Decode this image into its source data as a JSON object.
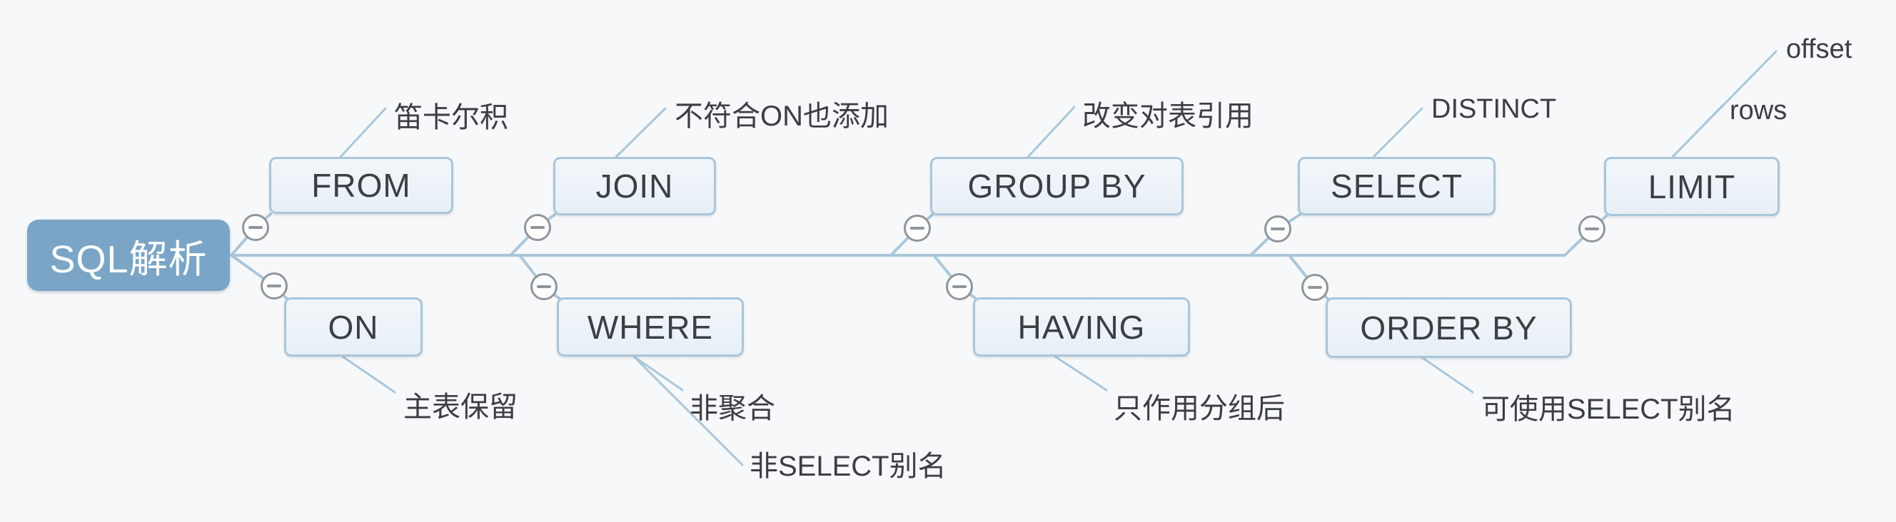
{
  "nodes": {
    "root": {
      "label": "SQL解析"
    },
    "from": {
      "label": "FROM"
    },
    "join": {
      "label": "JOIN"
    },
    "group_by": {
      "label": "GROUP BY"
    },
    "select": {
      "label": "SELECT"
    },
    "limit": {
      "label": "LIMIT"
    },
    "on": {
      "label": "ON"
    },
    "where": {
      "label": "WHERE"
    },
    "having": {
      "label": "HAVING"
    },
    "order_by": {
      "label": "ORDER BY"
    }
  },
  "annotations": {
    "from_note": "笛卡尔积",
    "join_note": "不符合ON也添加",
    "group_by_note": "改变对表引用",
    "select_note": "DISTINCT",
    "limit_note_offset": "offset",
    "limit_note_rows": "rows",
    "on_note": "主表保留",
    "where_note_1": "非聚合",
    "where_note_2": "非SELECT别名",
    "having_note": "只作用分组后",
    "order_by_note": "可使用SELECT别名"
  },
  "colors": {
    "background": "#f7f8fa",
    "root_fill": "#7aa5c6",
    "root_text": "#ffffff",
    "node_fill": "#eef3f8",
    "node_border": "#a9c6da",
    "connector": "#aac7da",
    "toggle_border": "#8f959b",
    "text": "#3b3e42"
  }
}
